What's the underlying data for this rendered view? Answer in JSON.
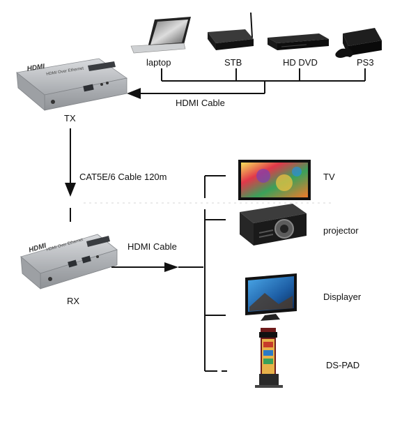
{
  "sources": {
    "laptop": "laptop",
    "stb": "STB",
    "hd_dvd": "HD DVD",
    "ps3": "PS3"
  },
  "tx": {
    "brand": "HDMI",
    "model_text": "HDMI Over Ethernet",
    "label": "TX"
  },
  "rx": {
    "brand": "HDMI",
    "model_text": "HDMI Over Ethernet",
    "label": "RX"
  },
  "links": {
    "input_cable": "HDMI Cable",
    "trunk_cable": "CAT5E/6 Cable  120m",
    "output_cable": "HDMI Cable"
  },
  "displays": {
    "tv": "TV",
    "projector": "projector",
    "displayer": "Displayer",
    "ds_pad": "DS-PAD"
  },
  "colors": {
    "line": "#111111",
    "device_silver": "#b9bcc0",
    "device_dark": "#2a2a2a"
  }
}
